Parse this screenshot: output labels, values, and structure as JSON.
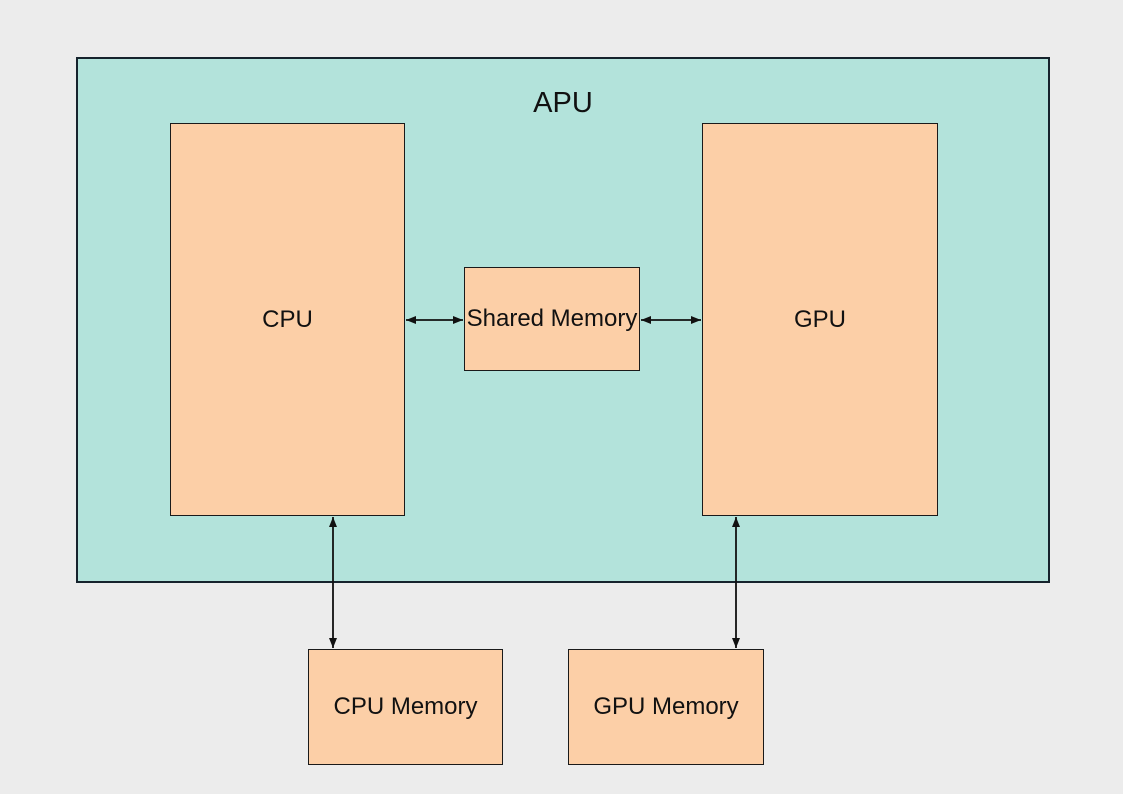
{
  "diagram": {
    "title": "APU",
    "colors": {
      "canvas-bg": "#ececec",
      "container-fill": "#b3e3db",
      "container-border": "#16232d",
      "node-fill": "#fccfa7",
      "node-border": "#1a1a1a",
      "text-color": "#111111",
      "arrow": "#111111"
    },
    "nodes": [
      {
        "id": "cpu",
        "label": "CPU"
      },
      {
        "id": "shared-memory",
        "label": "Shared Memory"
      },
      {
        "id": "gpu",
        "label": "GPU"
      },
      {
        "id": "cpu-memory",
        "label": "CPU Memory"
      },
      {
        "id": "gpu-memory",
        "label": "GPU Memory"
      }
    ],
    "edges": [
      {
        "from": "cpu",
        "to": "shared-memory",
        "bidirectional": true
      },
      {
        "from": "shared-memory",
        "to": "gpu",
        "bidirectional": true
      },
      {
        "from": "cpu",
        "to": "cpu-memory",
        "bidirectional": true
      },
      {
        "from": "gpu",
        "to": "gpu-memory",
        "bidirectional": true
      }
    ]
  }
}
